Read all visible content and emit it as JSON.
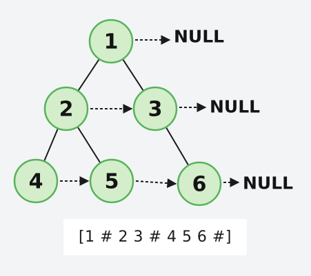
{
  "nodes": [
    {
      "id": "1",
      "label": "1"
    },
    {
      "id": "2",
      "label": "2"
    },
    {
      "id": "3",
      "label": "3"
    },
    {
      "id": "4",
      "label": "4"
    },
    {
      "id": "5",
      "label": "5"
    },
    {
      "id": "6",
      "label": "6"
    }
  ],
  "tree_edges": [
    {
      "from": "1",
      "to": "2"
    },
    {
      "from": "1",
      "to": "3"
    },
    {
      "from": "2",
      "to": "4"
    },
    {
      "from": "2",
      "to": "5"
    },
    {
      "from": "3",
      "to": "6"
    }
  ],
  "next_links": [
    {
      "from": "1",
      "to": "NULL"
    },
    {
      "from": "2",
      "to": "3"
    },
    {
      "from": "3",
      "to": "NULL"
    },
    {
      "from": "4",
      "to": "5"
    },
    {
      "from": "5",
      "to": "6"
    },
    {
      "from": "6",
      "to": "NULL"
    }
  ],
  "null_label": "NULL",
  "serialization": "[1 # 2 3 # 4 5 6 #]",
  "colors": {
    "node_fill": "#d4edca",
    "node_stroke": "#56b35a",
    "background": "#f3f4f6",
    "line": "#1b1b1b"
  }
}
